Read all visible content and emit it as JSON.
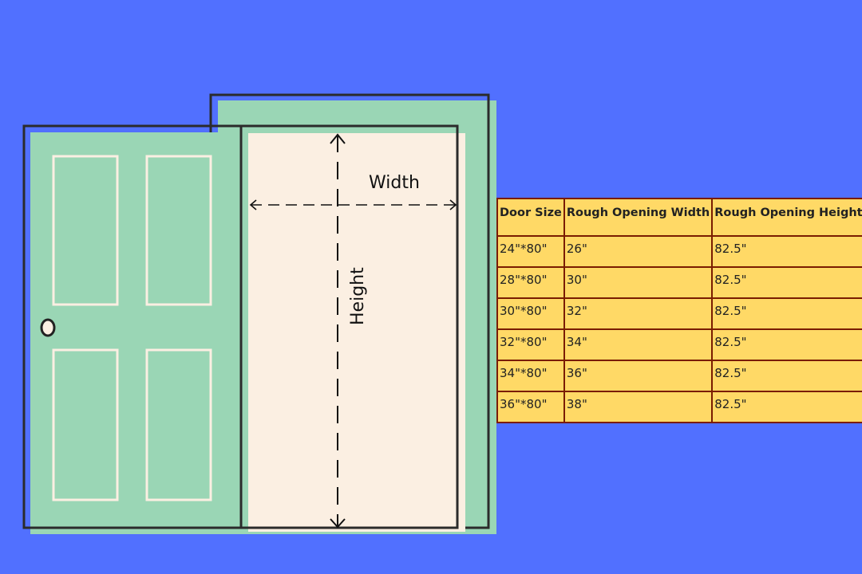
{
  "diagram": {
    "width_label": "Width",
    "height_label": "Height"
  },
  "colors": {
    "background": "#5170ff",
    "door": "#9ad6b5",
    "opening": "#fbefe2",
    "table_fill": "#ffd966",
    "table_border": "#7a1c00"
  },
  "table": {
    "headers": [
      "Door Size",
      "Rough Opening Width",
      "Rough Opening Height"
    ],
    "rows": [
      [
        "24\"*80\"",
        "26\"",
        "82.5\""
      ],
      [
        "28\"*80\"",
        "30\"",
        "82.5\""
      ],
      [
        "30\"*80\"",
        "32\"",
        "82.5\""
      ],
      [
        "32\"*80\"",
        "34\"",
        "82.5\""
      ],
      [
        "34\"*80\"",
        "36\"",
        "82.5\""
      ],
      [
        "36\"*80\"",
        "38\"",
        "82.5\""
      ]
    ]
  }
}
